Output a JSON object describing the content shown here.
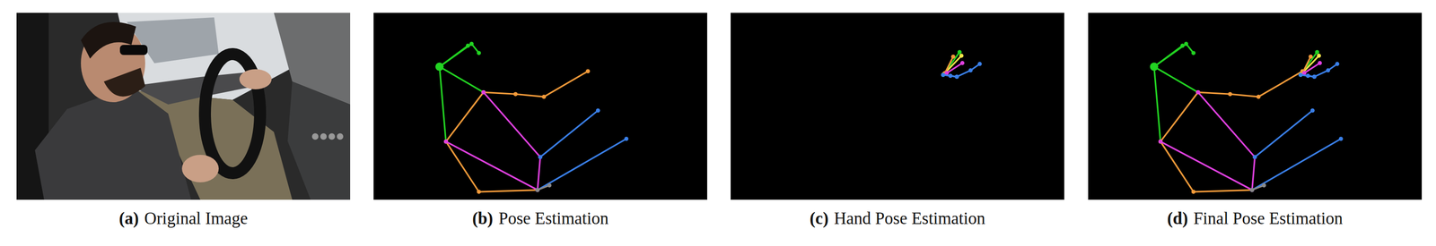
{
  "diagram": {
    "labels": [
      "(a)",
      "Original Image",
      "(b)",
      "Pose Estimation",
      "(c)",
      "Hand Pose Estimation",
      "(d)",
      "Final Pose Estimation"
    ]
  }
}
